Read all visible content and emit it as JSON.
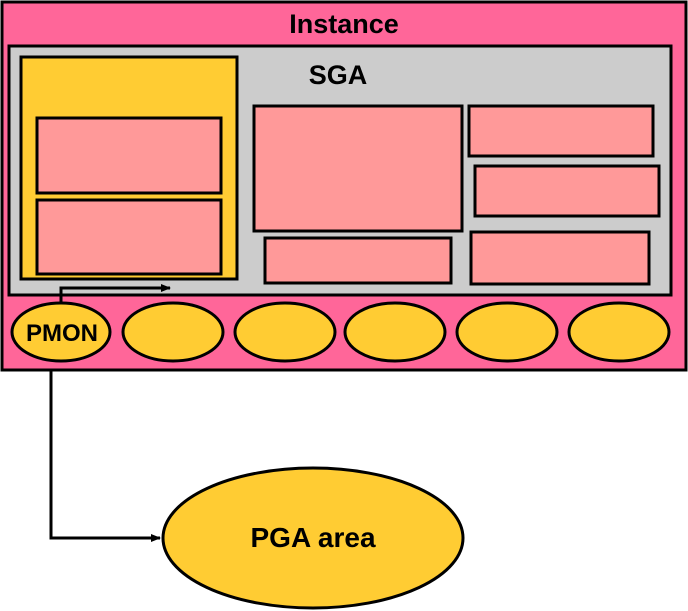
{
  "diagram": {
    "instance_label": "Instance",
    "sga_label": "SGA",
    "pmon_label": "PMON",
    "pga_label": "PGA area"
  },
  "colors": {
    "instance_fill": "#FF6699",
    "sga_fill": "#CCCCCC",
    "pool_fill": "#FFCC33",
    "component_fill": "#FF9999",
    "process_fill": "#FFCC33",
    "pga_fill": "#FFCC33",
    "stroke": "#000000"
  }
}
